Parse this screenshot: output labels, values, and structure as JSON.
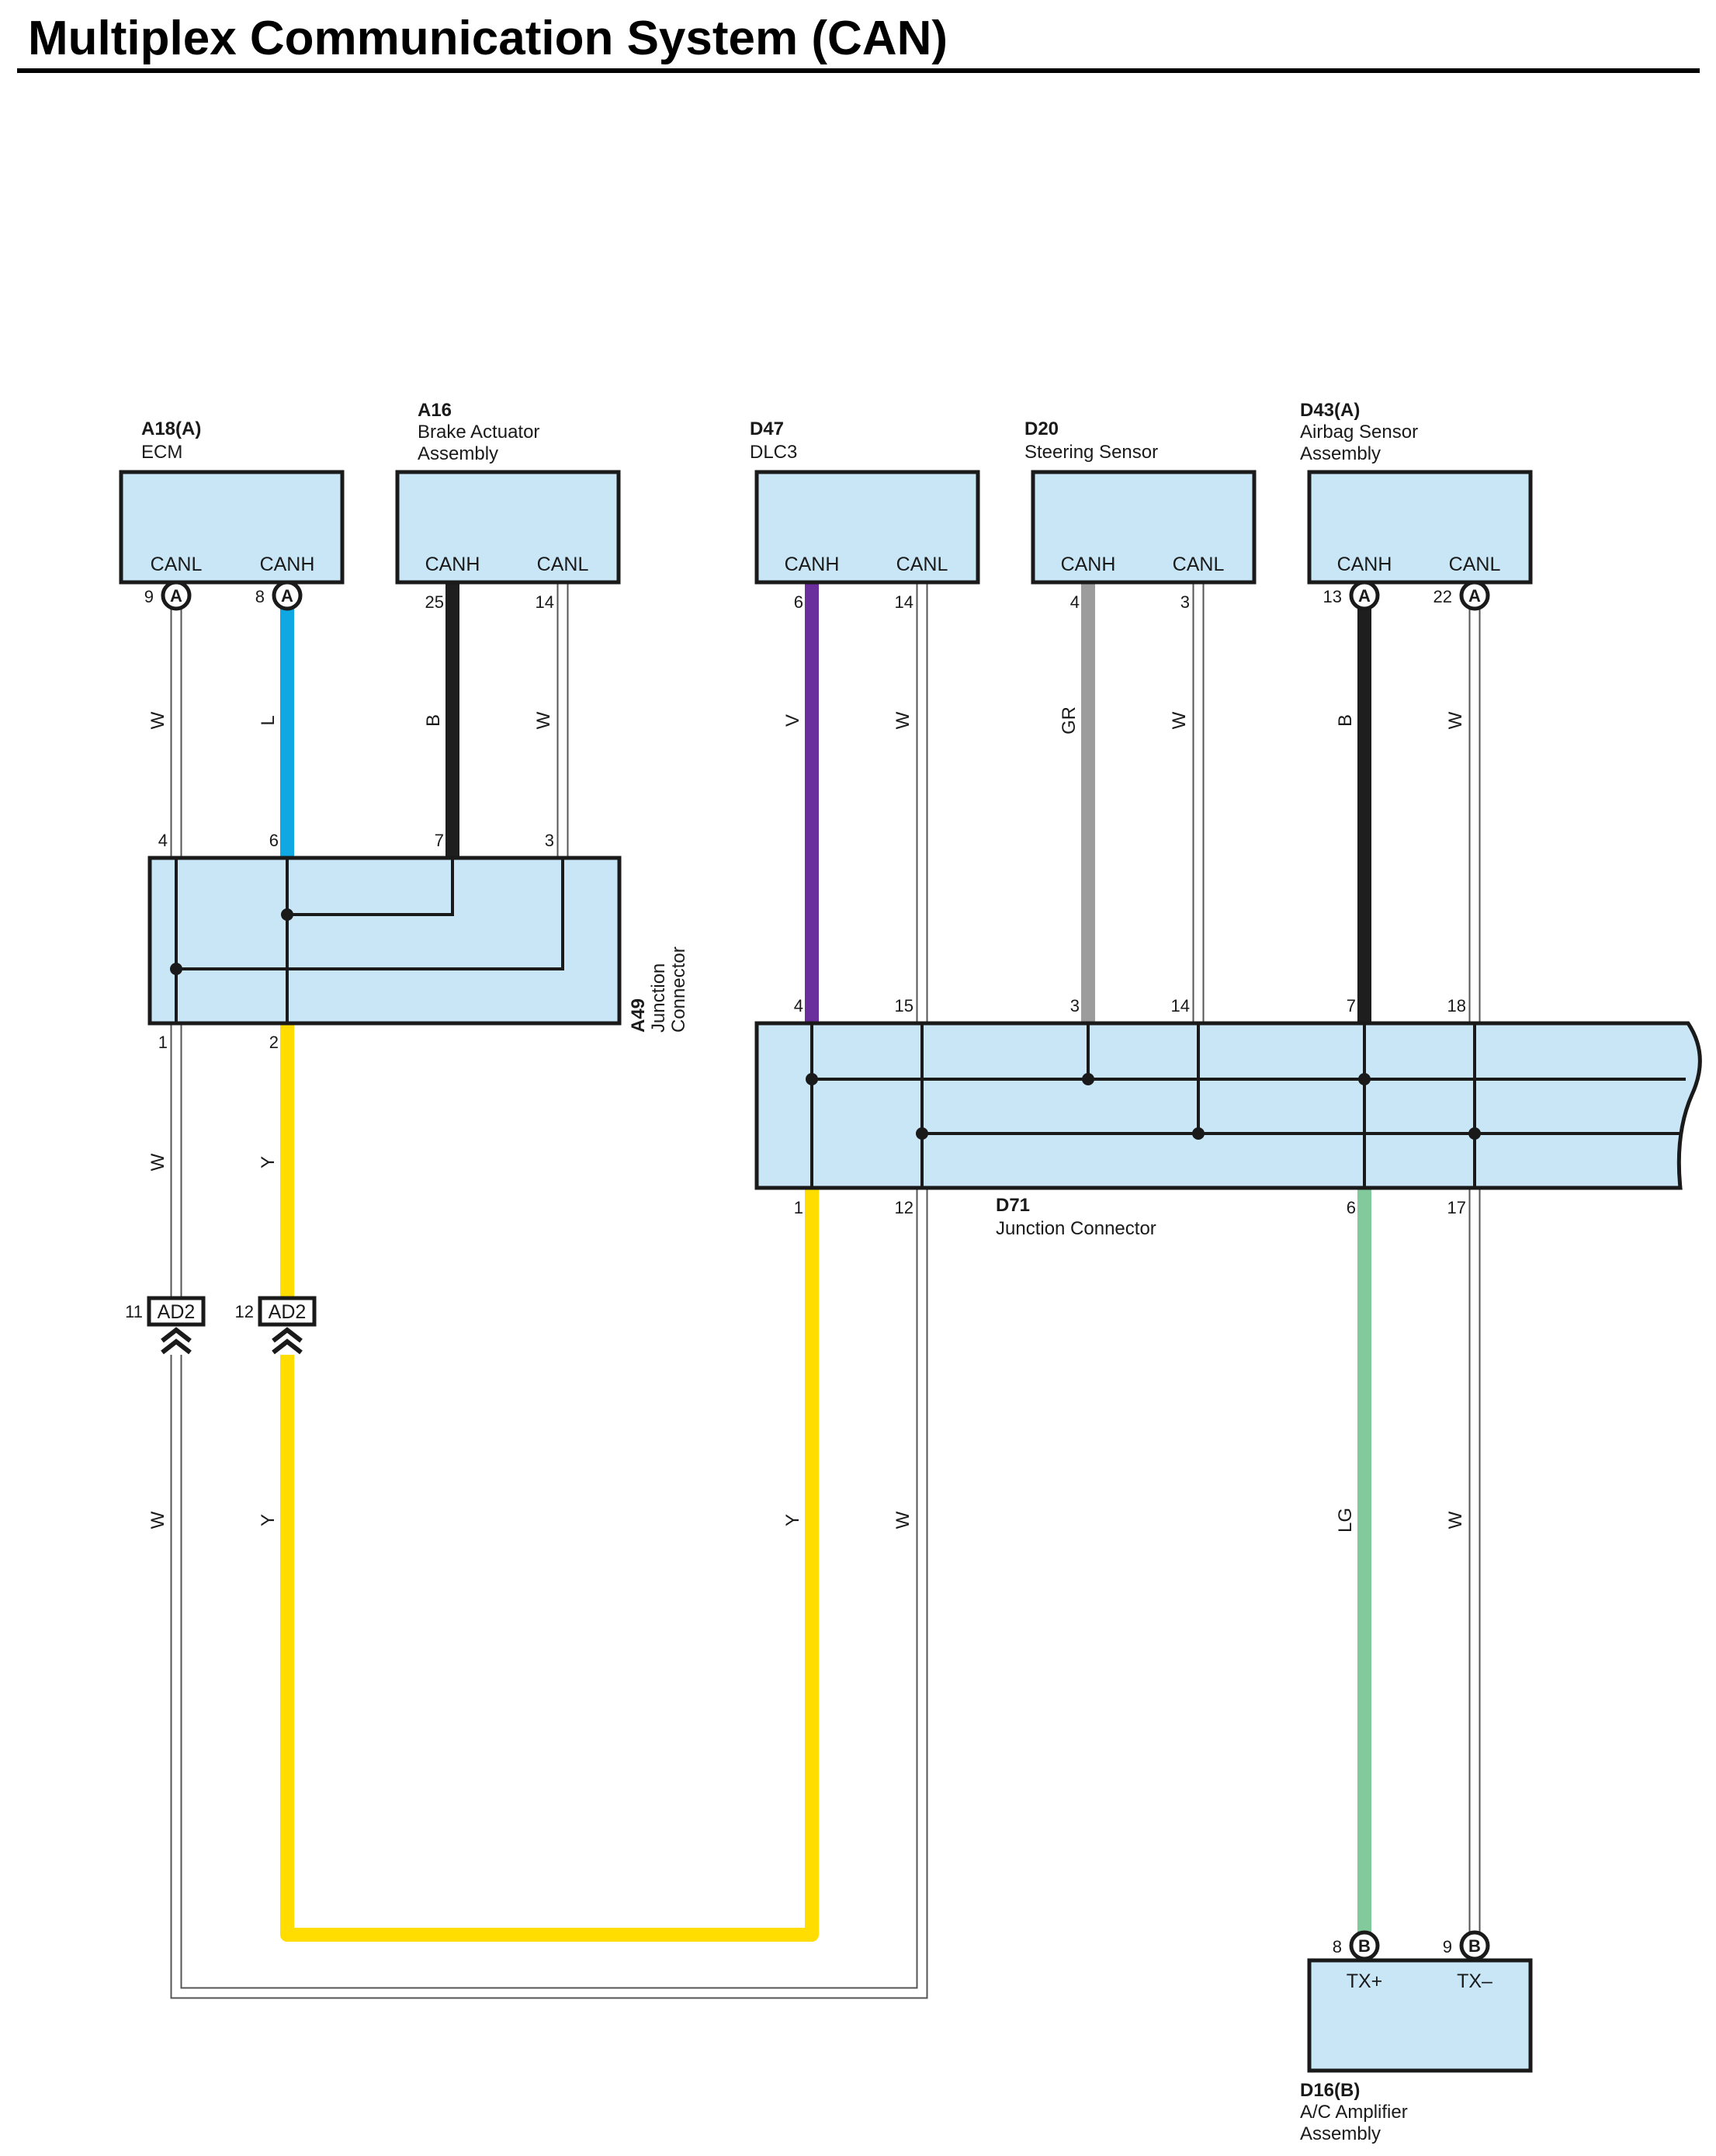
{
  "title": "Multiplex Communication System (CAN)",
  "colors": {
    "box_fill": "#c8e6f6",
    "W": "#ffffff",
    "L": "#10a8e3",
    "B": "#1e1e1e",
    "V": "#6a2f9c",
    "GR": "#9c9c9c",
    "Y": "#ffdd00",
    "LG": "#82c99c"
  },
  "components": {
    "A18": {
      "code": "A18(A)",
      "name": "ECM",
      "pin1": "CANL",
      "pin2": "CANH"
    },
    "A16": {
      "code": "A16",
      "name1": "Brake Actuator",
      "name2": "Assembly",
      "pin1": "CANH",
      "pin2": "CANL"
    },
    "D47": {
      "code": "D47",
      "name": "DLC3",
      "pin1": "CANH",
      "pin2": "CANL"
    },
    "D20": {
      "code": "D20",
      "name": "Steering Sensor",
      "pin1": "CANH",
      "pin2": "CANL"
    },
    "D43": {
      "code": "D43(A)",
      "name1": "Airbag Sensor",
      "name2": "Assembly",
      "pin1": "CANH",
      "pin2": "CANL"
    },
    "A49": {
      "code": "A49",
      "name1": "Junction",
      "name2": "Connector"
    },
    "D71": {
      "code": "D71",
      "name": "Junction Connector"
    },
    "D16": {
      "code": "D16(B)",
      "name1": "A/C Amplifier",
      "name2": "Assembly",
      "pin1": "TX+",
      "pin2": "TX–"
    }
  },
  "connector_letters": {
    "A": "A",
    "B": "B"
  },
  "inline_connector": "AD2",
  "pins": {
    "a18_canl": "9",
    "a18_canh": "8",
    "a16_canh": "25",
    "a16_canl": "14",
    "d47_canh": "6",
    "d47_canl": "14",
    "d20_canh": "4",
    "d20_canl": "3",
    "d43_canh": "13",
    "d43_canl": "22",
    "a49_4": "4",
    "a49_6": "6",
    "a49_7": "7",
    "a49_3": "3",
    "a49_1": "1",
    "a49_2": "2",
    "d71_4": "4",
    "d71_15": "15",
    "d71_3": "3",
    "d71_14": "14",
    "d71_7": "7",
    "d71_18": "18",
    "d71_1": "1",
    "d71_12": "12",
    "d71_6": "6",
    "d71_17": "17",
    "ad2_11": "11",
    "ad2_12": "12",
    "d16_8": "8",
    "d16_9": "9"
  },
  "wire_colors": {
    "a18_canl": "W",
    "a18_canh": "L",
    "a16_canh": "B",
    "a16_canl": "W",
    "d47_canh": "V",
    "d47_canl": "W",
    "d20_canh": "GR",
    "d20_canl": "W",
    "d43_canh": "B",
    "d43_canl": "W",
    "a49_1": "W",
    "a49_2": "Y",
    "ad2_11": "W",
    "ad2_12": "Y",
    "d71_1": "Y",
    "d71_12": "W",
    "d71_6": "LG",
    "d71_17": "W"
  }
}
